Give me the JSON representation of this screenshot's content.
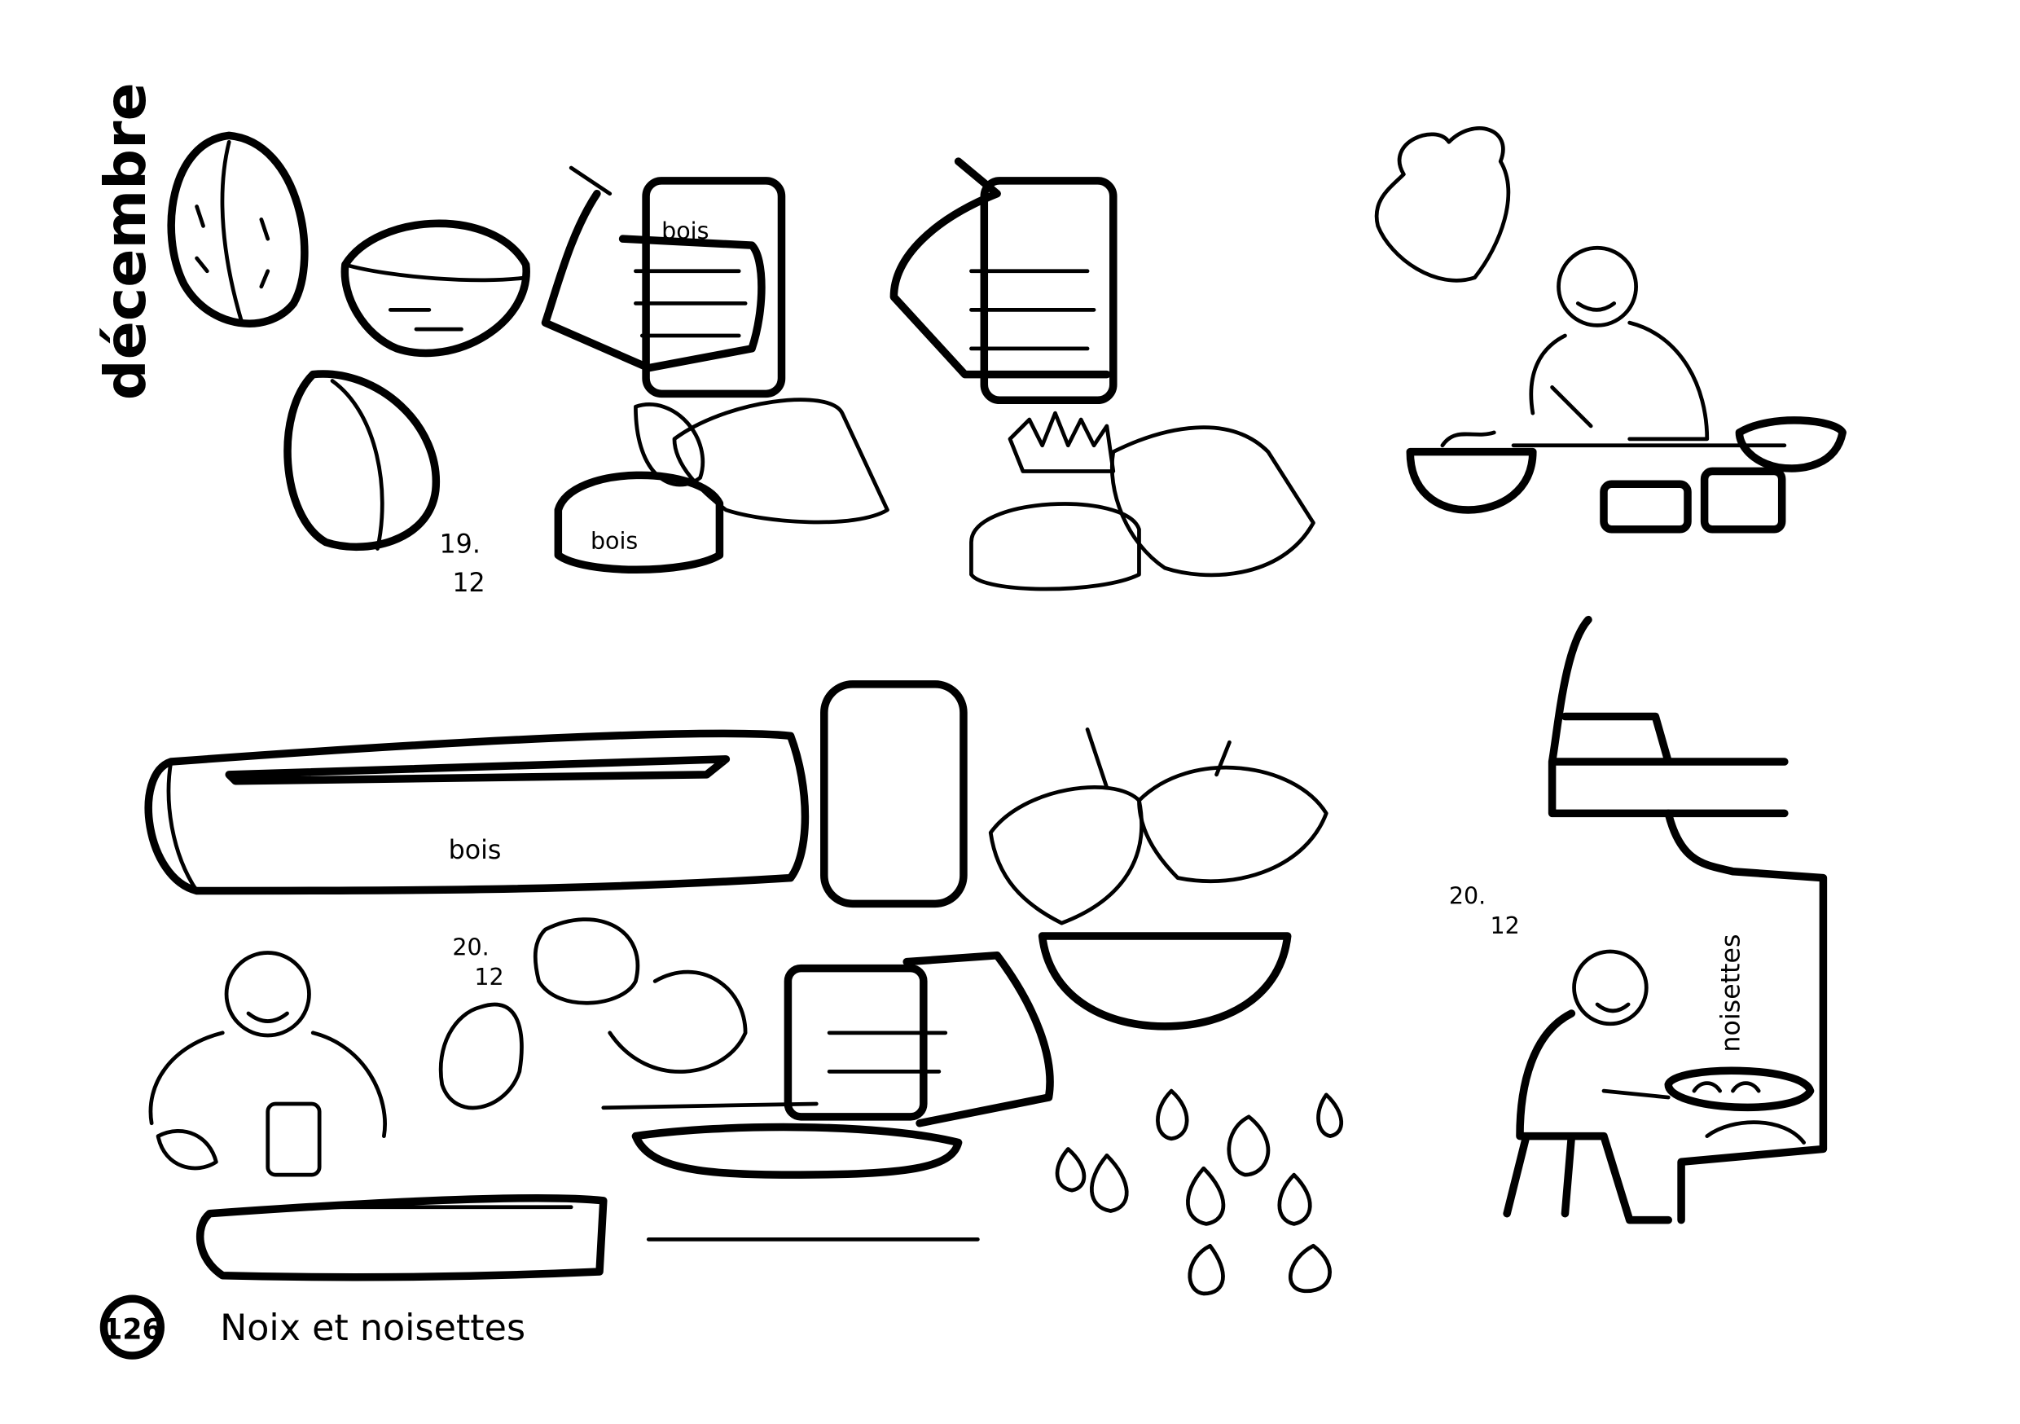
{
  "page": {
    "month": "décembre",
    "page_number": "126",
    "title": "Noix et noisettes"
  },
  "labels": {
    "wood_cup": "bois",
    "wood_block": "bois",
    "wood_log": "bois",
    "date_1_day": "19.",
    "date_1_month": "12",
    "date_2_day": "20.",
    "date_2_month": "12",
    "date_3_day": "20.",
    "date_3_month": "12",
    "pan_label": "noisettes"
  },
  "colors": {
    "ink": "#000000",
    "paper": "#ffffff"
  }
}
